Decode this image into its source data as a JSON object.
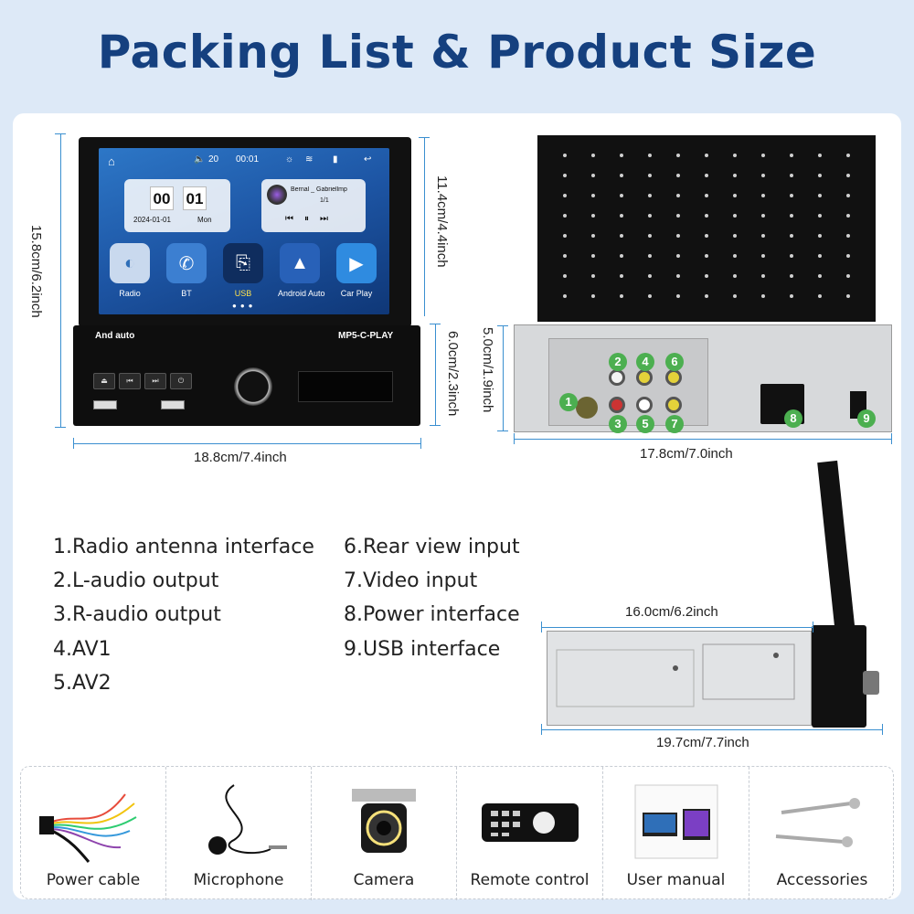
{
  "title": "Packing List & Product Size",
  "front": {
    "width_label": "18.8cm/7.4inch",
    "height_label": "15.8cm/6.2inch",
    "screen_height_label": "11.4cm/4.4inch",
    "face_height_label": "6.0cm/2.3inch",
    "screen": {
      "volume": "20",
      "time_status": "00:01",
      "clock_hour": "00",
      "clock_min": "01",
      "date": "2024-01-01",
      "weekday": "Mon",
      "song_title": "Bernal _ Gabriellmp",
      "track": "1/1",
      "apps": [
        {
          "label": "Radio",
          "color": "#2f6fb8"
        },
        {
          "label": "BT",
          "color": "#2f6fb8"
        },
        {
          "label": "USB",
          "color": "#2f6fb8"
        },
        {
          "label": "Android Auto",
          "color": "#2f6fb8"
        },
        {
          "label": "Car Play",
          "color": "#2f6fb8"
        }
      ]
    },
    "face_logo": "And auto",
    "face_model": "MP5-C-PLAY"
  },
  "rear": {
    "width_label": "17.8cm/7.0inch",
    "height_label": "5.0cm/1.9inch",
    "badges": [
      "1",
      "2",
      "3",
      "4",
      "5",
      "6",
      "7",
      "8",
      "9"
    ]
  },
  "features": [
    "1.Radio antenna interface",
    "2.L-audio output",
    "3.R-audio output",
    "4.AV1",
    "5.AV2",
    "6.Rear view input",
    "7.Video input",
    "8.Power interface",
    "9.USB interface"
  ],
  "side": {
    "top_label": "16.0cm/6.2inch",
    "bottom_label": "19.7cm/7.7inch"
  },
  "accessories": [
    {
      "label": "Power cable"
    },
    {
      "label": "Microphone"
    },
    {
      "label": "Camera"
    },
    {
      "label": "Remote control"
    },
    {
      "label": "User manual"
    },
    {
      "label": "Accessories"
    }
  ],
  "colors": {
    "title": "#15407f",
    "background": "#dde9f7",
    "dimension_line": "#3a8fd0",
    "badge": "#4caf50"
  }
}
